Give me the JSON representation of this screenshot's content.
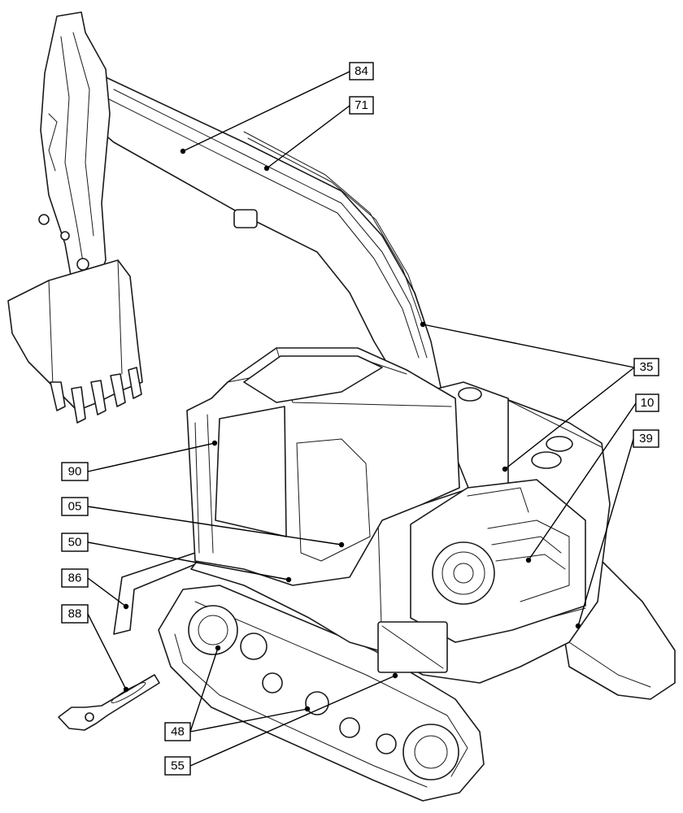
{
  "callouts": [
    {
      "id": "84",
      "label": "84"
    },
    {
      "id": "71",
      "label": "71"
    },
    {
      "id": "35",
      "label": "35"
    },
    {
      "id": "10",
      "label": "10"
    },
    {
      "id": "39",
      "label": "39"
    },
    {
      "id": "90",
      "label": "90"
    },
    {
      "id": "05",
      "label": "05"
    },
    {
      "id": "50",
      "label": "50"
    },
    {
      "id": "86",
      "label": "86"
    },
    {
      "id": "88",
      "label": "88"
    },
    {
      "id": "48",
      "label": "48"
    },
    {
      "id": "55",
      "label": "55"
    }
  ]
}
